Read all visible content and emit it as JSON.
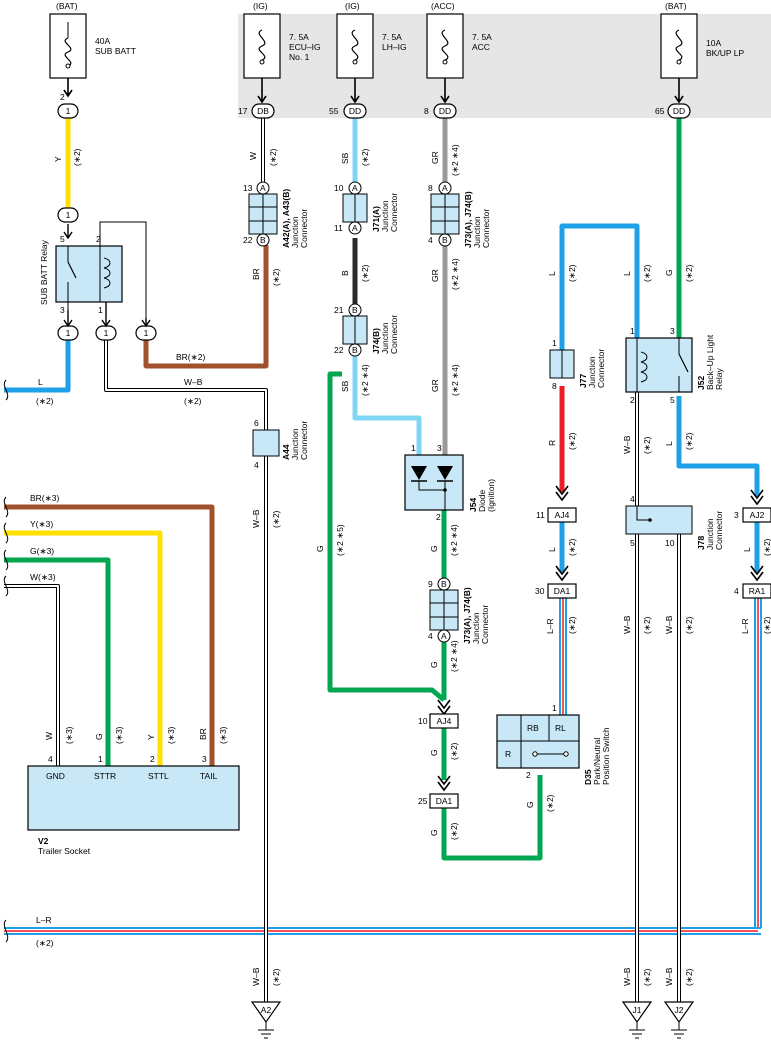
{
  "fuses": {
    "sub_batt": {
      "source": "(BAT)",
      "rating": "40A",
      "name": "SUB BATT",
      "pin": "2",
      "conn": "1"
    },
    "ecu_ig": {
      "source": "(IG)",
      "rating": "7. 5A",
      "name": "ECU–IG",
      "name2": "No. 1",
      "pin": "17",
      "conn": "DB"
    },
    "lh_ig": {
      "source": "(IG)",
      "rating": "7. 5A",
      "name": "LH–IG",
      "pin": "55",
      "conn": "DD"
    },
    "acc": {
      "source": "(ACC)",
      "rating": "7. 5A",
      "name": "ACC",
      "pin": "8",
      "conn": "DD"
    },
    "bkup": {
      "source": "(BAT)",
      "rating": "10A",
      "name": "BK/UP LP",
      "pin": "65",
      "conn": "DD"
    }
  },
  "wire_labels": {
    "y": "Y",
    "star2": "(∗2)",
    "w": "W",
    "sb": "SB",
    "gr": "GR",
    "star24": "(∗2 ∗4)",
    "br": "BR",
    "b": "B",
    "g": "G",
    "star25": "(∗2 ∗5)",
    "l": "L",
    "r": "R",
    "wb": "W–B",
    "lr": "L–R",
    "br_star2": "BR(∗2)",
    "l_left": "L",
    "star3": "(∗3)",
    "br_star3": "BR(∗3)",
    "y_star3": "Y(∗3)",
    "g_star3": "G(∗3)",
    "w_star3": "W(∗3)"
  },
  "relay": {
    "name": "SUB BATT Relay",
    "p5": "5",
    "p2": "2",
    "p3": "3",
    "p1": "1",
    "c1": "1"
  },
  "junctions": {
    "a42": {
      "name": "A42(A), A43(B)",
      "desc1": "Junction",
      "desc2": "Connector",
      "pin_top": "13",
      "pin_bot": "22",
      "lt": "A",
      "lb": "B"
    },
    "j71": {
      "name": "J71(A)",
      "desc1": "Junction",
      "desc2": "Connector",
      "pin_top": "10",
      "pin_bot": "11",
      "lt": "A",
      "lb": "A"
    },
    "j73": {
      "name": "J73(A), J74(B)",
      "desc1": "Junction",
      "desc2": "Connector",
      "pin_top": "8",
      "pin_bot": "4",
      "lt": "A",
      "lb": "B"
    },
    "j74": {
      "name": "J74(B)",
      "desc1": "Junction",
      "desc2": "Connector",
      "pin_top": "21",
      "pin_bot": "22",
      "lt": "B",
      "lb": "B"
    },
    "a44": {
      "name": "A44",
      "desc1": "Junction",
      "desc2": "Connector",
      "pin_top": "6",
      "pin_bot": "4"
    },
    "j77": {
      "name": "J77",
      "desc1": "Junction",
      "desc2": "Connector",
      "pin_top": "1",
      "pin_bot": "8"
    },
    "j73b": {
      "name": "J73(A), J74(B)",
      "desc1": "Junction",
      "desc2": "Connector",
      "pin_top": "9",
      "pin_bot": "4",
      "lt": "B",
      "lb": "A"
    },
    "j78": {
      "name": "J78",
      "desc1": "Junction",
      "desc2": "Connector",
      "pin_top": "4",
      "pin_bl": "5",
      "pin_br": "10"
    }
  },
  "diode": {
    "name": "J54",
    "desc1": "Diode",
    "desc2": "(Ignition)",
    "p1": "1",
    "p3": "3",
    "p2": "2"
  },
  "backup_relay": {
    "name": "J52",
    "desc1": "Back–Up Light",
    "desc2": "Relay",
    "p1": "1",
    "p3": "3",
    "p2": "2",
    "p5": "5"
  },
  "connectors": {
    "aj4a": {
      "label": "AJ4",
      "pin": "11"
    },
    "da1a": {
      "label": "DA1",
      "pin": "30"
    },
    "aj2": {
      "label": "AJ2",
      "pin": "3"
    },
    "ra1": {
      "label": "RA1",
      "pin": "4"
    },
    "aj4b": {
      "label": "AJ4",
      "pin": "10"
    },
    "da1b": {
      "label": "DA1",
      "pin": "25"
    }
  },
  "switch": {
    "name": "D35",
    "desc1": "Park/Neutral",
    "desc2": "Position Switch",
    "rb": "RB",
    "rl": "RL",
    "r": "R",
    "p1": "1",
    "p2": "2"
  },
  "socket": {
    "name": "V2",
    "desc": "Trailer Socket",
    "gnd": "GND",
    "sttr": "STTR",
    "sttl": "STTL",
    "tail": "TAIL",
    "p4": "4",
    "p1": "1",
    "p2": "2",
    "p3": "3"
  },
  "grounds": {
    "a2": "A2",
    "j1": "J1",
    "j2": "J2"
  },
  "colors": {
    "yellow": "#ffe000",
    "brown": "#a0522d",
    "lightblue": "#80d4f4",
    "black": "#2a2a2a",
    "gray": "#999999",
    "green": "#00a650",
    "blue": "#1ea0e6",
    "red": "#ed1c24",
    "component": "#c8e8f8",
    "band": "#e6e6e6"
  }
}
